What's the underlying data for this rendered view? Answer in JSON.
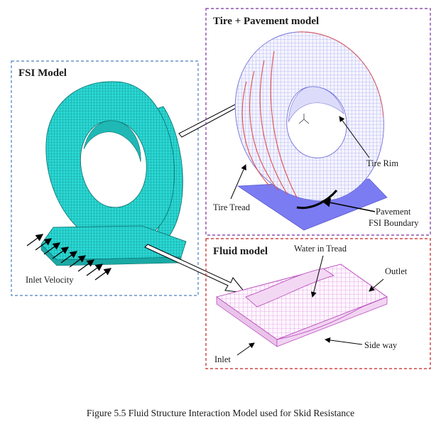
{
  "panels": {
    "fsi": {
      "title": "FSI Model",
      "label_inlet_velocity": "Inlet Velocity"
    },
    "tire_pavement": {
      "title": "Tire + Pavement model",
      "label_tire_rim": "Tire Rim",
      "label_tire_tread": "Tire Tread",
      "label_pavement_line1": "Pavement",
      "label_pavement_line2": "FSI Boundary"
    },
    "fluid": {
      "title": "Fluid model",
      "label_water_in_tread": "Water in Tread",
      "label_outlet": "Outlet",
      "label_side_way": "Side way",
      "label_inlet": "Inlet"
    }
  },
  "caption": "Figure 5.5 Fluid Structure Interaction Model used for Skid Resistance",
  "colors": {
    "fsi_mesh": "#25d6d2",
    "fsi_box": "#4a7fc0",
    "tire_box": "#7a2ea0",
    "fluid_box": "#c81e1e",
    "tire_mesh_blue": "#6a78e8",
    "tire_mesh_red": "#e05050",
    "pavement": "#7a7af0",
    "fluid_mesh": "#c94bd0"
  }
}
